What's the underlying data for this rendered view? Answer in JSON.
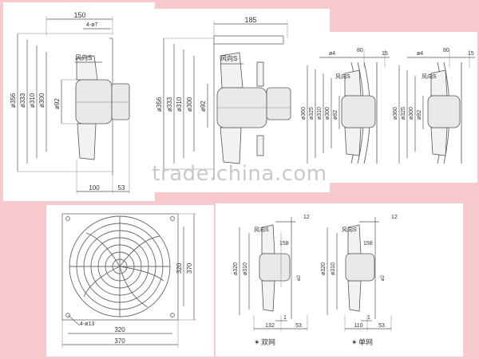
{
  "watermark": "trade.china.com",
  "drawing1": {
    "top_width": "150",
    "holes": "4-ø7",
    "dims_vertical": [
      "ø356",
      "ø333",
      "ø310",
      "ø300",
      "ø92"
    ],
    "bottom_left": "100",
    "bottom_right": "53",
    "airflow_label": "风向S"
  },
  "drawing2": {
    "top_width": "185",
    "dims_vertical": [
      "ø356",
      "ø333",
      "ø310",
      "ø300",
      "ø92"
    ],
    "airflow_label": "风向S"
  },
  "drawing3": {
    "top_dims": [
      "ø4",
      "80",
      "15"
    ],
    "dims_vertical": [
      "ø360",
      "ø325",
      "ø310",
      "ø300",
      "ø92"
    ],
    "airflow_label": "风向S"
  },
  "drawing4": {
    "top_dims": [
      "ø4",
      "80",
      "15"
    ],
    "dims_vertical": [
      "ø360",
      "ø325",
      "ø300",
      "ø92"
    ],
    "airflow_label": "风向S"
  },
  "drawing5": {
    "holes": "4-ø13",
    "right_inner": "320",
    "right_outer": "370",
    "bottom_inner": "320",
    "bottom_outer": "370"
  },
  "drawing6": {
    "top": "12",
    "dims_vertical": [
      "ø320",
      "ø310"
    ],
    "side_dim": "158",
    "hub_dim": "ø2",
    "bottom_small": "1",
    "bottom_left": "132",
    "bottom_right": "53",
    "caption": "双网",
    "airflow_label": "风向S"
  },
  "drawing7": {
    "top": "12",
    "dims_vertical": [
      "ø320",
      "ø310"
    ],
    "side_dim": "158",
    "hub_dim": "ø2",
    "bottom_small": "1",
    "bottom_left": "110",
    "bottom_right": "53",
    "caption": "单网",
    "airflow_label": "风向S"
  }
}
